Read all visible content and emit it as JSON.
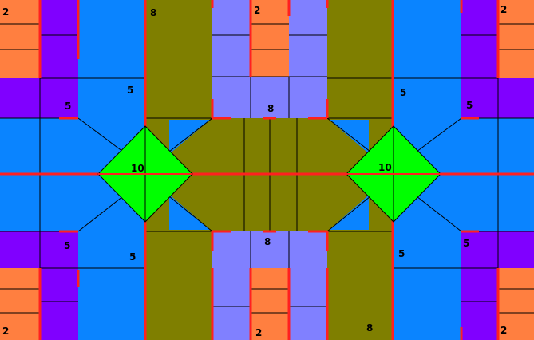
{
  "colors": {
    "blue": "#0a84ff",
    "olive": "#7f7f00",
    "orange": "#ff7f40",
    "purple": "#8000ff",
    "lavender": "#8080ff",
    "green": "#00ff00",
    "red": "#ff2020",
    "black": "#000000"
  },
  "labels": {
    "orange_tl": "2",
    "orange_tm": "2",
    "orange_tr": "2",
    "orange_bl": "2",
    "orange_bm": "2",
    "orange_br": "2",
    "purple_tl": "5",
    "purple_tr": "5",
    "purple_bl": "5",
    "purple_br": "5",
    "blue_tl": "5",
    "blue_tr": "5",
    "blue_bl": "5",
    "blue_br": "5",
    "olive_top": "8",
    "olive_bottom": "8",
    "lavender_top": "8",
    "lavender_bottom": "8",
    "green_left": "10",
    "green_right": "10"
  }
}
